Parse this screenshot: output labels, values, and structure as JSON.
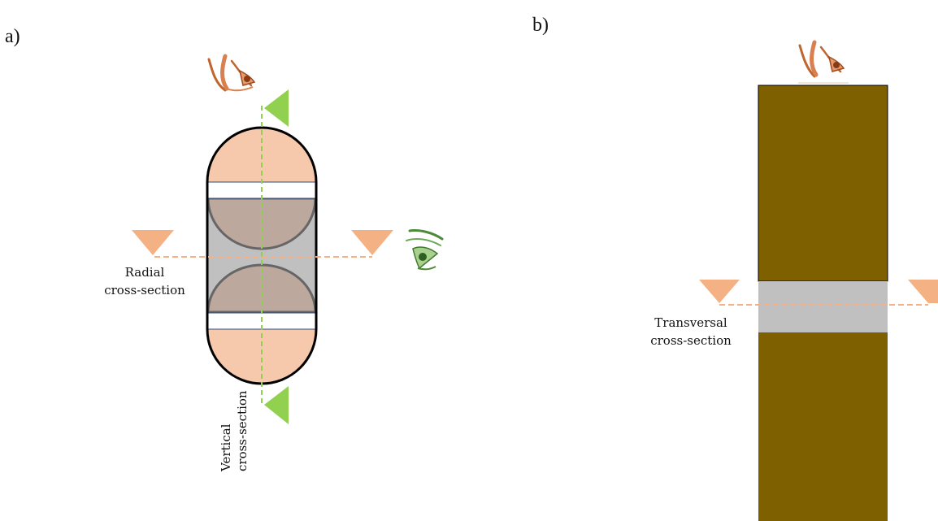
{
  "panels": {
    "a": {
      "label": "a)"
    },
    "b": {
      "label": "b)"
    }
  },
  "labels": {
    "radial_line1": "Radial",
    "radial_line2": "cross-section",
    "vertical_line1": "Vertical",
    "vertical_line2": "cross-section",
    "transversal_line1": "Transversal",
    "transversal_line2": "cross-section"
  },
  "icons": [
    "eye-icon"
  ],
  "colors": {
    "salmon": "#F7C9AC",
    "dome_overlap": "#BDA89E",
    "gray_fill": "#C0C0C0",
    "green_marker": "#92D050",
    "orange_marker": "#F4B183",
    "wood_brown": "#7F6000",
    "outline": "#000000",
    "eye_brown": "#C0652B",
    "eye_green": "#4E8A3A"
  }
}
